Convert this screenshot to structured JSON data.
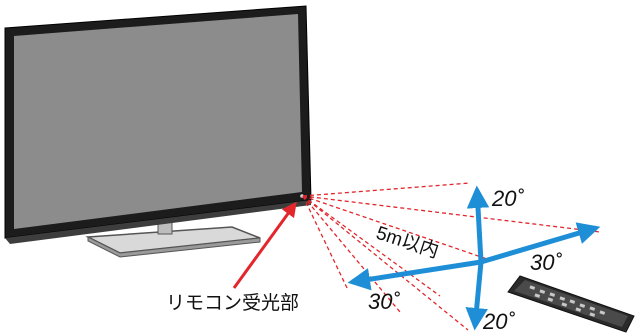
{
  "labels": {
    "sensor": "リモコン受光部",
    "distance": "5m以内",
    "angle_top": "20˚",
    "angle_bottom": "20˚",
    "angle_right": "30˚",
    "angle_left": "30˚"
  },
  "colors": {
    "arrow_blue": "#1e8fd6",
    "dash_red": "#e3262c",
    "pointer_red": "#e3262c",
    "screen": "#8c8c8c",
    "bezel": "#1c1c1c"
  }
}
